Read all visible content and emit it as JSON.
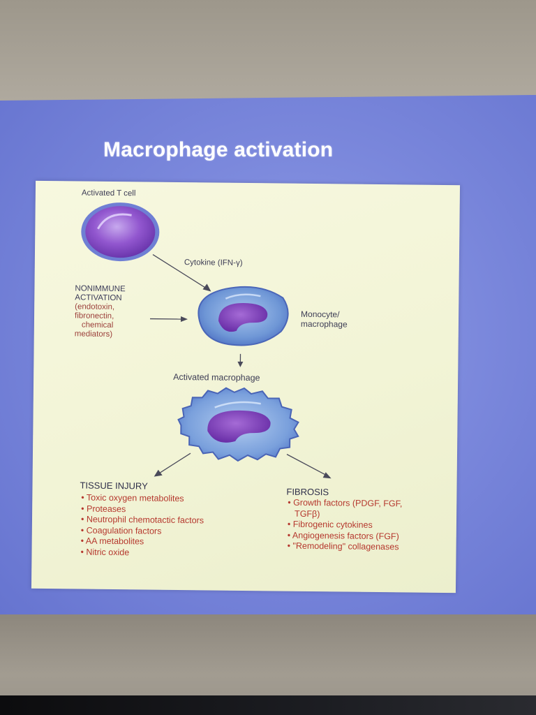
{
  "slide": {
    "title": "Macrophage activation"
  },
  "figure": {
    "t_cell_label": "Activated T cell",
    "cytokine_label": "Cytokine (IFN-γ)",
    "nonimmune": {
      "line1": "NONIMMUNE",
      "line2": "ACTIVATION",
      "line3": "(endotoxin,",
      "line4": "fibronectin,",
      "line5": "chemical",
      "line6": "mediators)"
    },
    "monocyte_label_1": "Monocyte/",
    "monocyte_label_2": "macrophage",
    "activated_macrophage_label": "Activated macrophage",
    "tissue_injury": {
      "heading": "TISSUE INJURY",
      "items": [
        "Toxic oxygen metabolites",
        "Proteases",
        "Neutrophil chemotactic factors",
        "Coagulation factors",
        "AA metabolites",
        "Nitric oxide"
      ]
    },
    "fibrosis": {
      "heading": "FIBROSIS",
      "items": [
        "Growth factors (PDGF, FGF, TGFβ)",
        "Fibrogenic cytokines",
        "Angiogenesis factors (FGF)",
        "\"Remodeling\" collagenases"
      ]
    }
  },
  "colors": {
    "screen_blue": "#7b88dc",
    "card": "#f4f5d8",
    "cell_purple": "#7a43b8",
    "cell_blue": "#6f9bd6",
    "red_text": "#b5382e"
  }
}
